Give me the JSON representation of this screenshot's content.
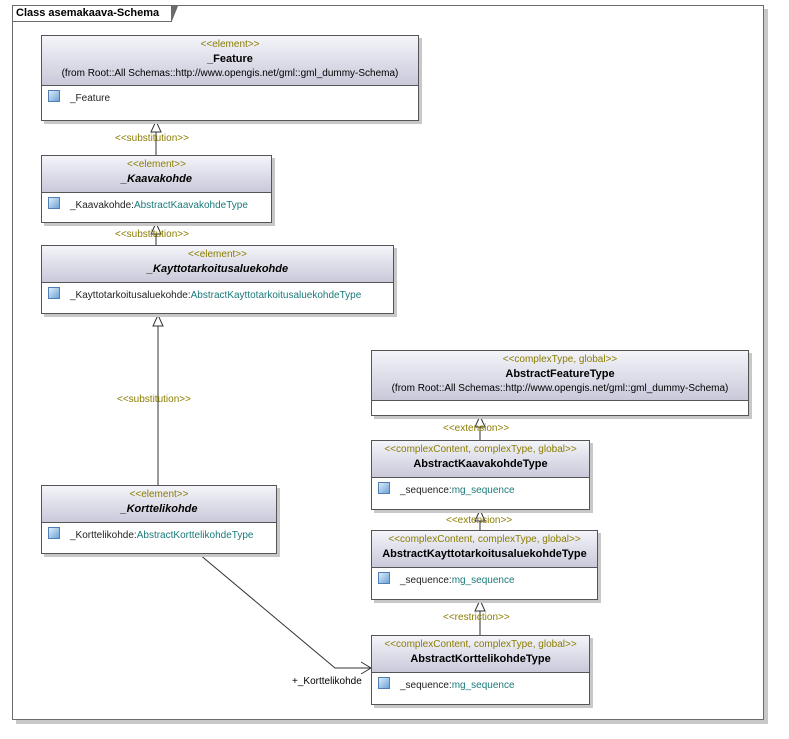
{
  "frame": {
    "title": "Class asemakaava-Schema"
  },
  "boxes": [
    {
      "id": "feature",
      "stereotype": "<<element>>",
      "name": "_Feature",
      "from": "(from Root::All Schemas::http://www.opengis.net/gml::gml_dummy-Schema)",
      "attr_name": "_Feature",
      "attr_type": ""
    },
    {
      "id": "kaavakohde",
      "stereotype": "<<element>>",
      "name": "_Kaavakohde",
      "attr_name": "_Kaavakohde:",
      "attr_type": "AbstractKaavakohdeType"
    },
    {
      "id": "kayttotarkoitus",
      "stereotype": "<<element>>",
      "name": "_Kayttotarkoitusaluekohde",
      "attr_name": "_Kayttotarkoitusaluekohde:",
      "attr_type": "AbstractKayttotarkoitusaluekohdeType"
    },
    {
      "id": "korttelikohde",
      "stereotype": "<<element>>",
      "name": "_Korttelikohde",
      "attr_name": "_Korttelikohde:",
      "attr_type": "AbstractKorttelikohdeType"
    },
    {
      "id": "abstract_feature_type",
      "stereotype": "<<complexType, global>>",
      "name": "AbstractFeatureType",
      "from": "(from Root::All Schemas::http://www.opengis.net/gml::gml_dummy-Schema)"
    },
    {
      "id": "abstract_kaavakohde_type",
      "stereotype": "<<complexContent, complexType, global>>",
      "name": "AbstractKaavakohdeType",
      "attr_name": "_sequence:",
      "attr_type": "mg_sequence"
    },
    {
      "id": "abstract_kayttotarkoitus_type",
      "stereotype": "<<complexContent, complexType, global>>",
      "name": "AbstractKayttotarkoitusaluekohdeType",
      "attr_name": "_sequence:",
      "attr_type": "mg_sequence"
    },
    {
      "id": "abstract_kortteli_type",
      "stereotype": "<<complexContent, complexType, global>>",
      "name": "AbstractKorttelikohdeType",
      "attr_name": "_sequence:",
      "attr_type": "mg_sequence"
    }
  ],
  "edge_labels": {
    "substitution_1": "<<substitution>>",
    "substitution_2": "<<substitution>>",
    "substitution_3": "<<substitution>>",
    "extension_1": "<<extension>>",
    "extension_2": "<<extension>>",
    "restriction_1": "<<restriction>>",
    "role": "+_Korttelikohde"
  },
  "colors": {
    "stereotype": "#8b7d00",
    "type": "#1a7a7a",
    "header_top": "#f4f4fa",
    "header_bottom": "#c9c9da"
  }
}
